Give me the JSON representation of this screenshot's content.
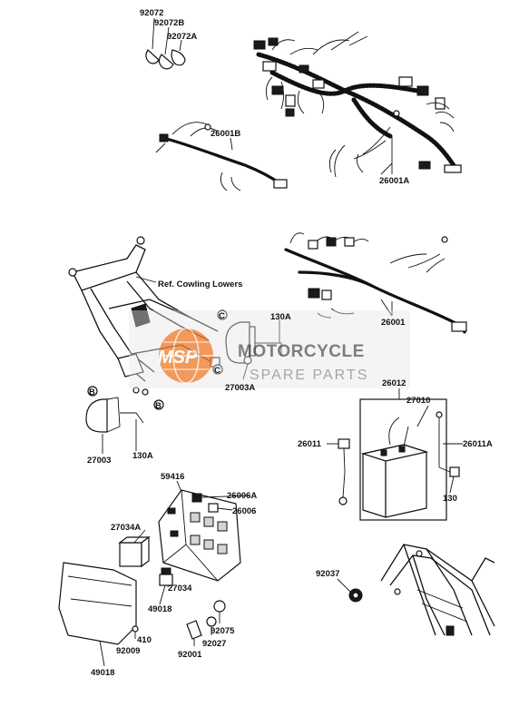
{
  "parts": {
    "p92072": "92072",
    "p92072B": "92072B",
    "p92072A": "92072A",
    "p26001B": "26001B",
    "p26001A": "26001A",
    "p26001": "26001",
    "ref_cowling": "Ref. Cowling Lowers",
    "p130A_upper": "130A",
    "p27003A": "27003A",
    "p27003": "27003",
    "p130A_lower": "130A",
    "p26012": "26012",
    "p27010": "27010",
    "p26011": "26011",
    "p26011A": "26011A",
    "p130": "130",
    "p59416": "59416",
    "p26006A": "26006A",
    "p26006": "26006",
    "p27034A": "27034A",
    "p27034": "27034",
    "p49018_mid": "49018",
    "p92075": "92075",
    "p92027": "92027",
    "p92001": "92001",
    "p410": "410",
    "p92009": "92009",
    "p49018_bottom": "49018",
    "p92037": "92037",
    "marker_C_upper": "C",
    "marker_C_lower": "C",
    "marker_B_left": "B",
    "marker_B_right": "B"
  },
  "watermark": {
    "logo": "MSP",
    "title": "MOTORCYCLE",
    "subtitle": "SPARE PARTS"
  }
}
